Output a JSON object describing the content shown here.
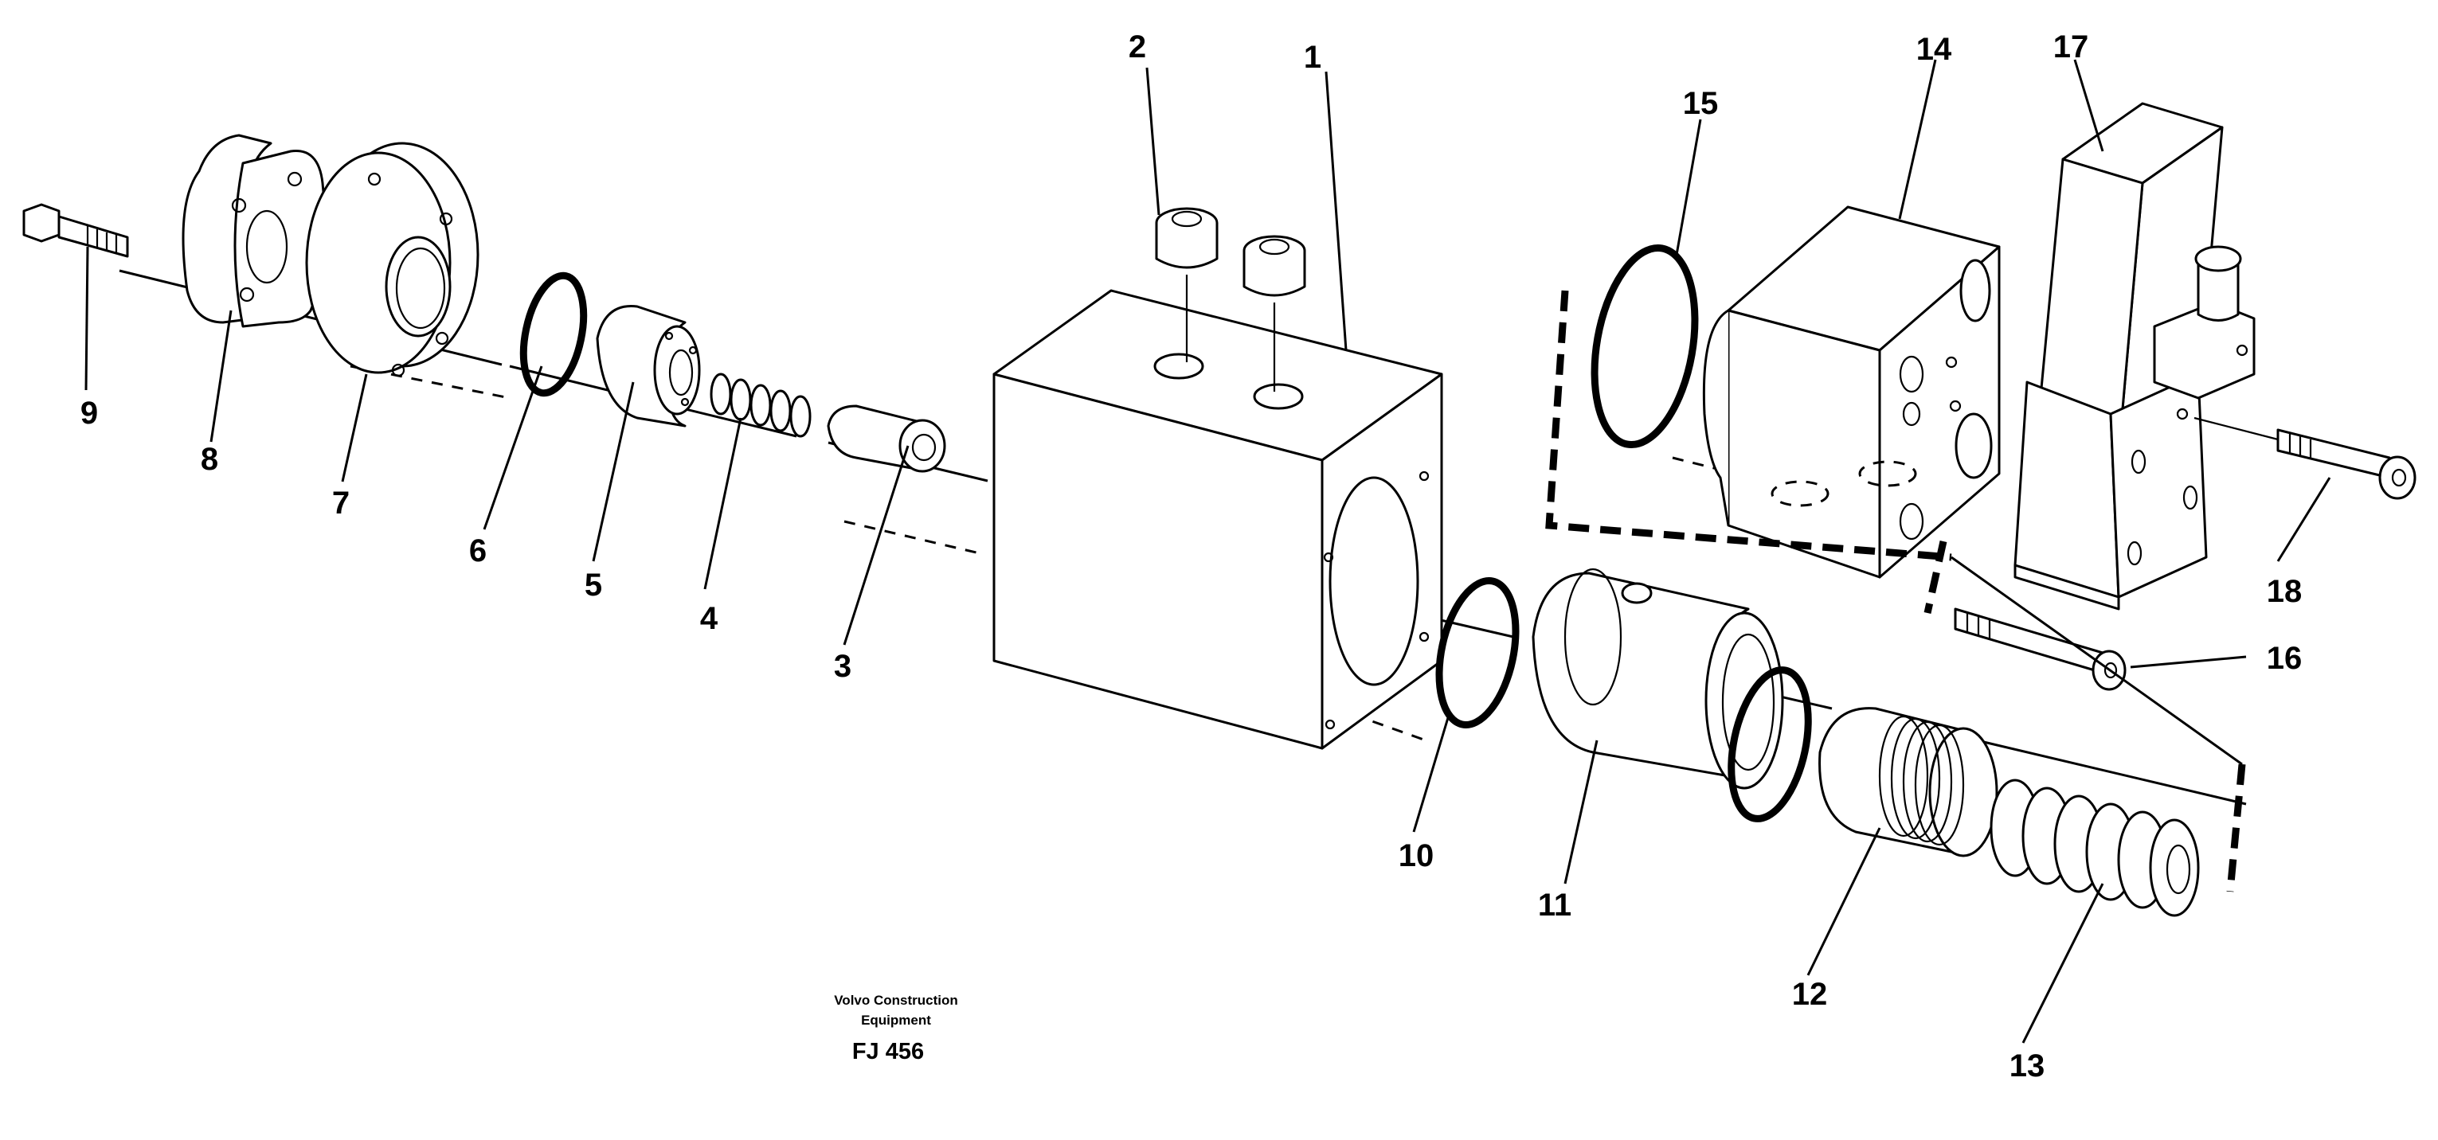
{
  "callouts": [
    {
      "id": "1",
      "label": "1"
    },
    {
      "id": "2",
      "label": "2"
    },
    {
      "id": "3",
      "label": "3"
    },
    {
      "id": "4",
      "label": "4"
    },
    {
      "id": "5",
      "label": "5"
    },
    {
      "id": "6",
      "label": "6"
    },
    {
      "id": "7",
      "label": "7"
    },
    {
      "id": "8",
      "label": "8"
    },
    {
      "id": "9",
      "label": "9"
    },
    {
      "id": "10",
      "label": "10"
    },
    {
      "id": "11",
      "label": "11"
    },
    {
      "id": "12",
      "label": "12"
    },
    {
      "id": "13",
      "label": "13"
    },
    {
      "id": "14",
      "label": "14"
    },
    {
      "id": "15",
      "label": "15"
    },
    {
      "id": "16",
      "label": "16"
    },
    {
      "id": "17",
      "label": "17"
    },
    {
      "id": "18",
      "label": "18"
    }
  ],
  "credit": {
    "line1": "Volvo Construction",
    "line2": "Equipment",
    "code": "FJ 456"
  }
}
